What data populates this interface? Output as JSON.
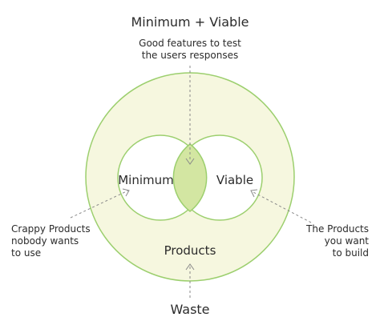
{
  "top_title": "Minimum + Viable",
  "top_note": {
    "line1": "Good features to test",
    "line2": "the users responses"
  },
  "circles": {
    "left_label": "Minimum",
    "right_label": "Viable",
    "outer_label": "Products"
  },
  "left_note": {
    "line1": "Crappy Products",
    "line2": "nobody wants",
    "line3": "to use"
  },
  "right_note": {
    "line1": "The Products",
    "line2": "you want",
    "line3": "to build"
  },
  "bottom_title": "Waste",
  "colors": {
    "outer_fill": "#f6f7df",
    "outer_stroke": "#9ccf6e",
    "inner_stroke": "#9ccf6e",
    "overlap_fill": "#d3e6a2",
    "arrow": "#8a8a8a",
    "text": "#2b2b2b"
  }
}
